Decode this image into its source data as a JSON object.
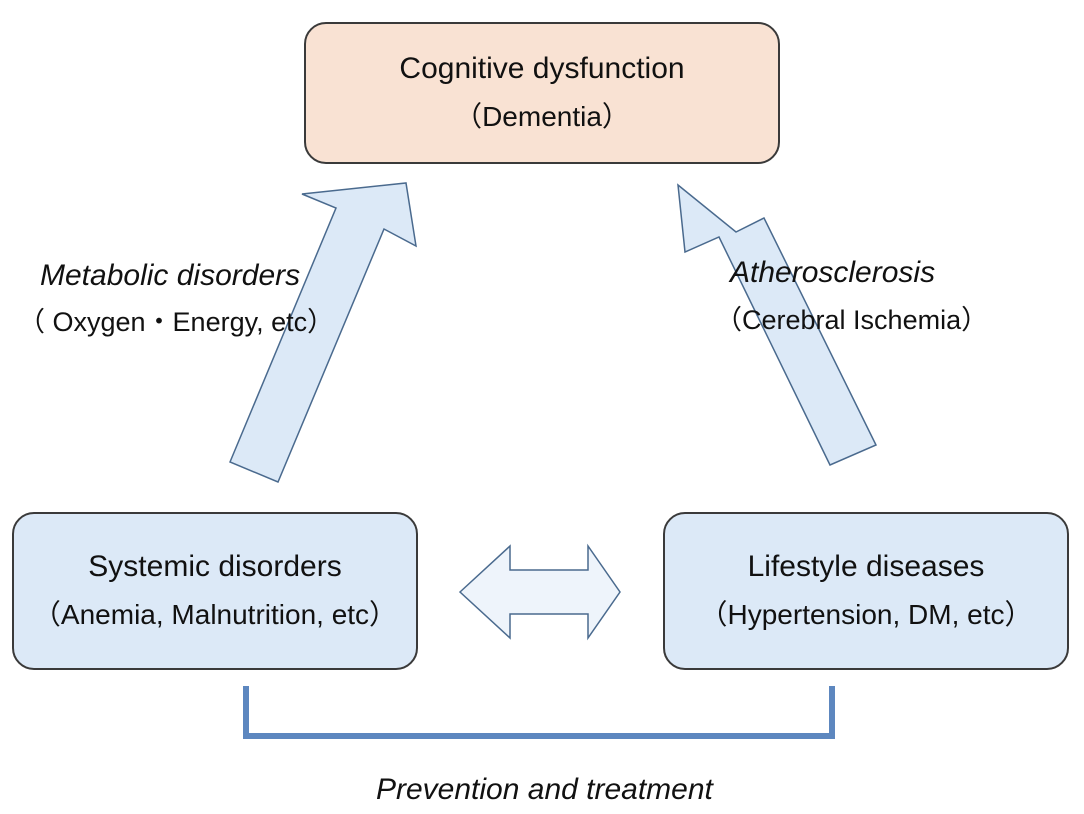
{
  "colors": {
    "top_box_fill": "#f9e2d3",
    "bottom_box_fill": "#dce9f7",
    "arrow_fill": "#dce9f7",
    "arrow_stroke": "#4a6a8e",
    "bracket_stroke": "#5d87bf",
    "text": "#111111"
  },
  "nodes": {
    "top": {
      "title": "Cognitive dysfunction",
      "subtitle": "（Dementia）"
    },
    "left": {
      "title": "Systemic disorders",
      "subtitle": "（Anemia, Malnutrition, etc）"
    },
    "right": {
      "title": "Lifestyle diseases",
      "subtitle": "（Hypertension, DM, etc）"
    }
  },
  "edges": {
    "left_to_top": {
      "label": "Metabolic disorders",
      "sublabel": "（ Oxygen・Energy, etc）"
    },
    "right_to_top": {
      "label": "Atherosclerosis",
      "sublabel": "（Cerebral Ischemia）"
    },
    "left_right": {
      "type": "bidirectional"
    }
  },
  "bracket": {
    "label": "Prevention and treatment"
  }
}
